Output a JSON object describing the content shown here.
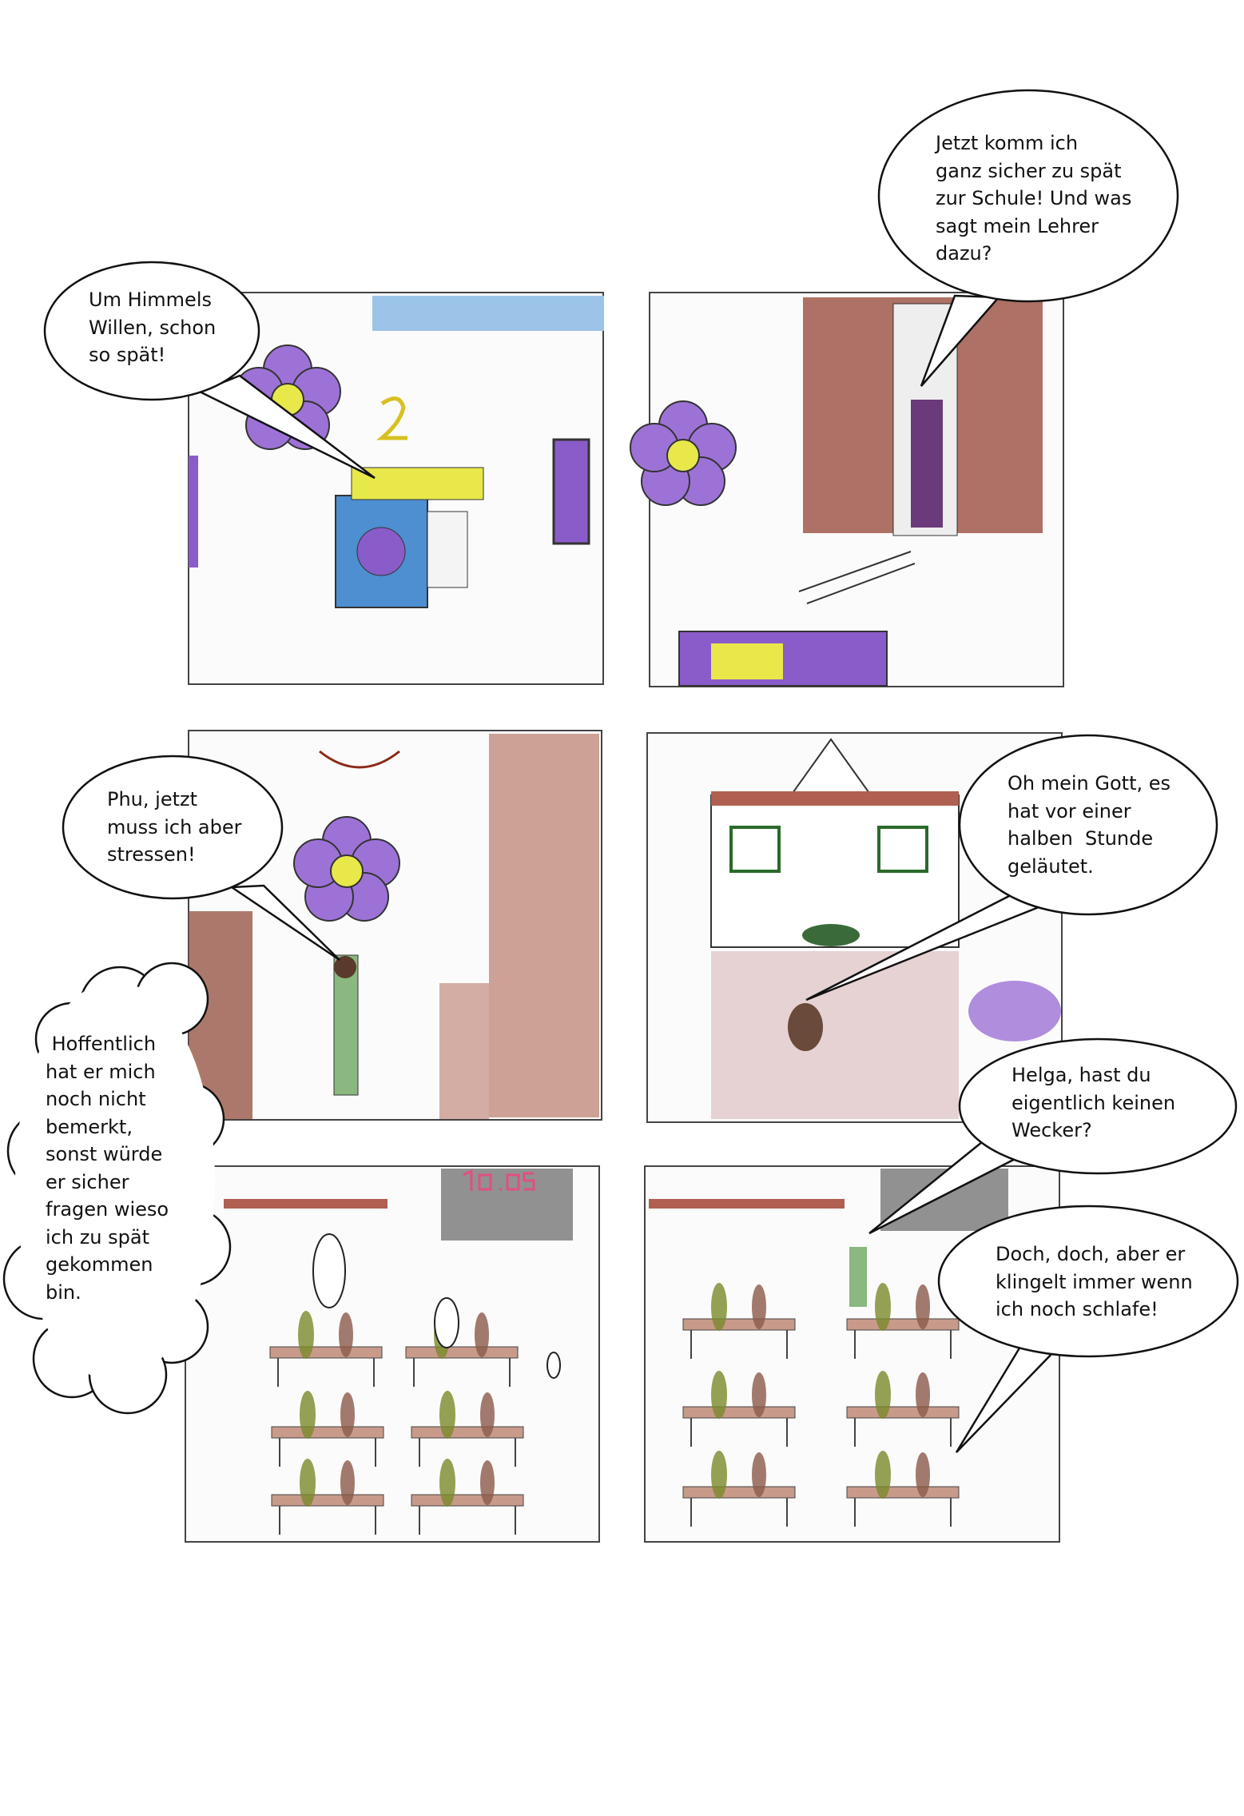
{
  "bubbles": {
    "b1": [
      "Um Himmels",
      "Willen, schon",
      "so spät!"
    ],
    "b2": [
      "Jetzt komm ich",
      "ganz sicher zu spät",
      "zur Schule! Und was",
      "sagt mein Lehrer",
      "dazu?"
    ],
    "b3": [
      "Phu, jetzt",
      "muss ich aber",
      "stressen!"
    ],
    "b4": [
      "Oh mein Gott, es",
      "hat vor einer",
      "halben  Stunde",
      "geläutet."
    ],
    "b5": [
      " Hoffentlich",
      "hat er mich",
      "noch nicht",
      "bemerkt,",
      "sonst würde",
      "er sicher",
      "fragen wieso",
      "ich zu spät",
      "gekommen",
      "bin."
    ],
    "b6": [
      "Helga, hast du",
      "eigentlich keinen",
      "Wecker?"
    ],
    "b7": [
      "Doch, doch, aber er",
      "klingelt immer wenn",
      "ich noch schlafe!"
    ]
  },
  "colors": {
    "purple": "#8a5cc9",
    "yellow": "#e8e84a",
    "brown": "#8b4a3c",
    "blue": "#4d8fd0",
    "green": "#4a7a3a"
  }
}
